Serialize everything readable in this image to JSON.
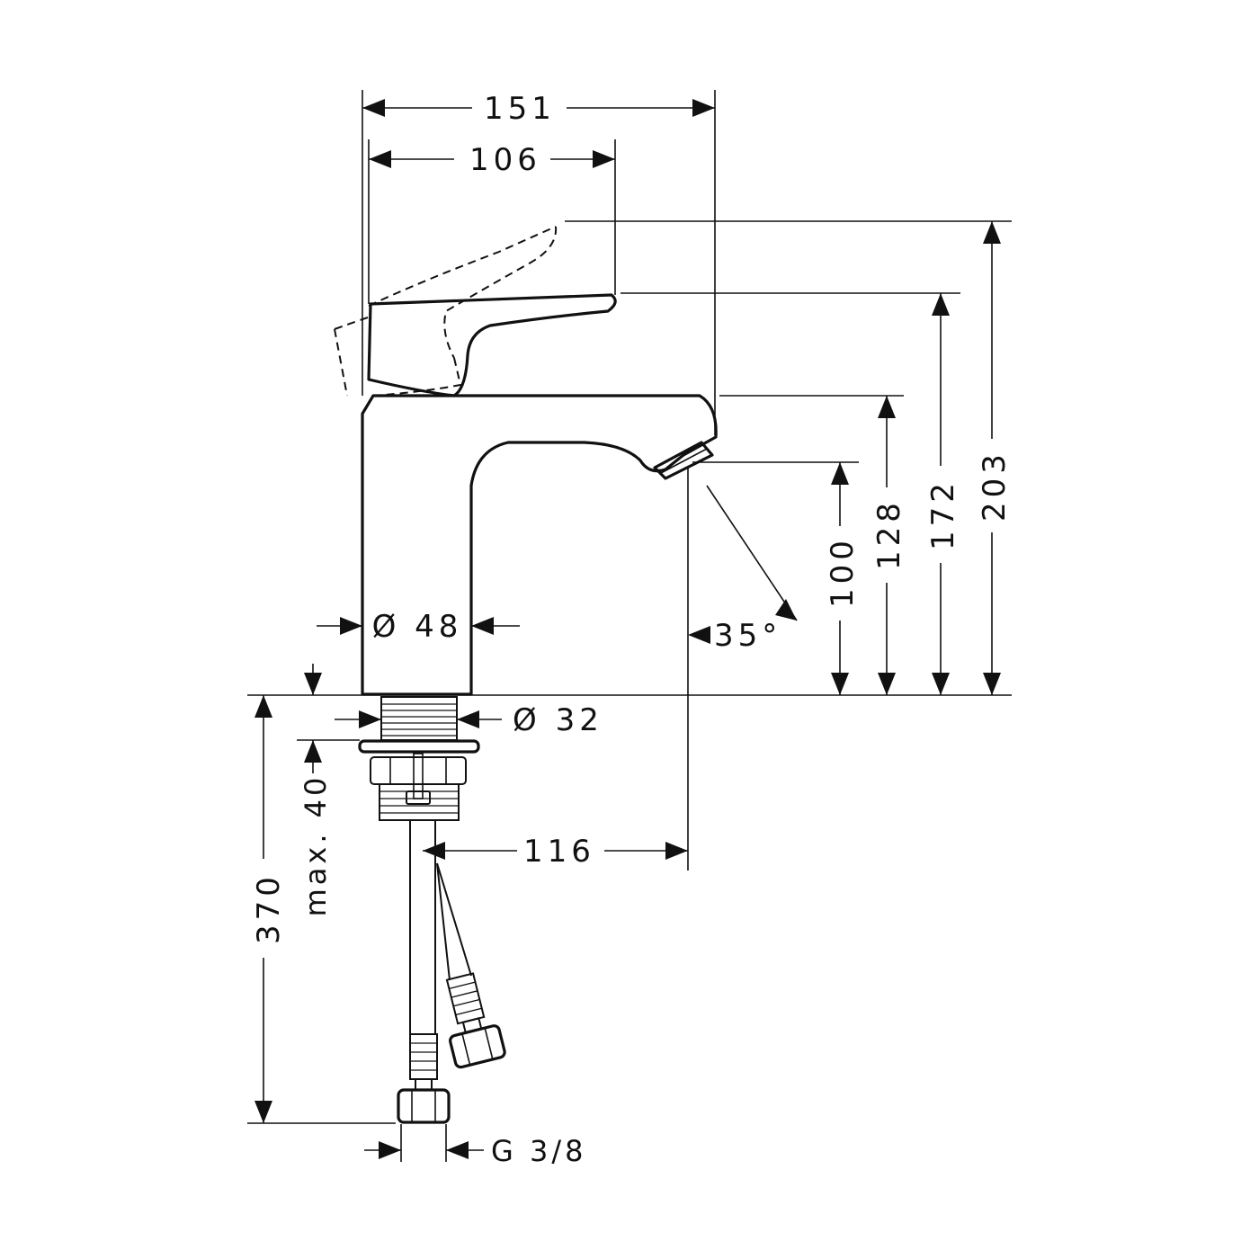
{
  "dimensions": {
    "overall_width": "151",
    "lever_width": "106",
    "body_diameter": "Ø 48",
    "thread_diameter": "Ø 32",
    "spout_reach": "116",
    "spout_angle": "35°",
    "outlet_height": "100",
    "spout_height": "128",
    "lever_height": "172",
    "lever_open_height": "203",
    "hose_length": "370",
    "max_counter_thickness": "max. 40",
    "connection_thread": "G 3/8"
  }
}
